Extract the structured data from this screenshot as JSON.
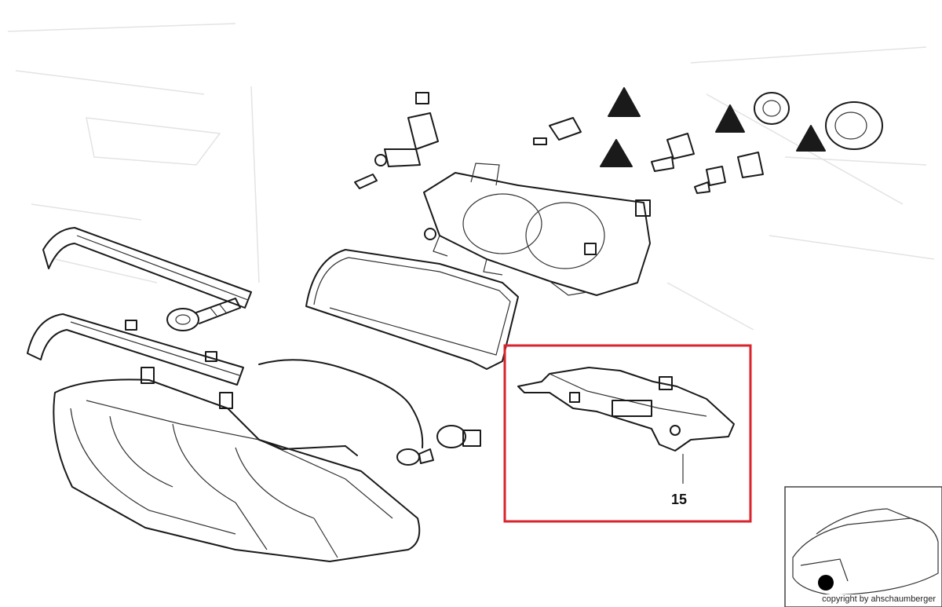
{
  "callout": {
    "number": "15",
    "highlight_color": "#d9232d"
  },
  "copyright": "copyright by ahschaumberger",
  "icons": [
    "headlight-assembly",
    "bulb",
    "warning-triangle",
    "rubber-cap",
    "seal",
    "trim-strip",
    "bracket",
    "car-thumbnail"
  ]
}
